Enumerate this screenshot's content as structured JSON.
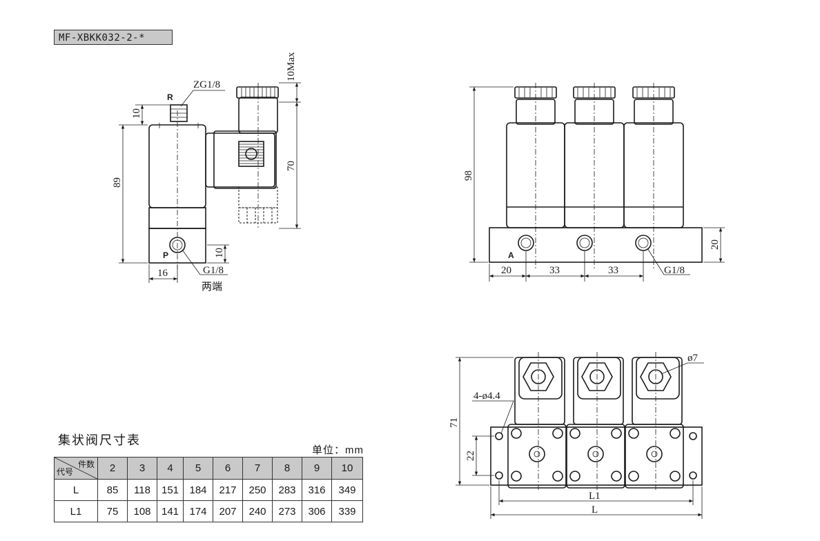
{
  "model": "MF-XBKK032-2-*",
  "side_view": {
    "port_r": "R",
    "port_r_thread": "ZG1/8",
    "port_p": "P",
    "port_p_thread": "G1/8",
    "port_p_note": "两端",
    "dim_top_max": "10Max",
    "dim_r_height": "10",
    "dim_total": "89",
    "dim_coil": "70",
    "dim_p_height": "10",
    "dim_p_offset": "16"
  },
  "front_view": {
    "port_a": "A",
    "thread": "G1/8",
    "dim_height": "98",
    "dim_base": "20",
    "dim_first": "20",
    "dim_pitch_1": "33",
    "dim_pitch_2": "33"
  },
  "top_view": {
    "hole_dia": "ø7",
    "mount_holes": "4-ø4.4",
    "dim_depth": "71",
    "dim_hole_pitch": "22",
    "dim_l1": "L1",
    "dim_l": "L"
  },
  "table": {
    "title": "集状阀尺寸表",
    "unit": "单位：mm",
    "corner_top": "件数",
    "corner_bottom": "代号",
    "counts": [
      "2",
      "3",
      "4",
      "5",
      "6",
      "7",
      "8",
      "9",
      "10"
    ],
    "rows": [
      {
        "label": "L",
        "values": [
          "85",
          "118",
          "151",
          "184",
          "217",
          "250",
          "283",
          "316",
          "349"
        ]
      },
      {
        "label": "L1",
        "values": [
          "75",
          "108",
          "141",
          "174",
          "207",
          "240",
          "273",
          "306",
          "339"
        ]
      }
    ]
  }
}
